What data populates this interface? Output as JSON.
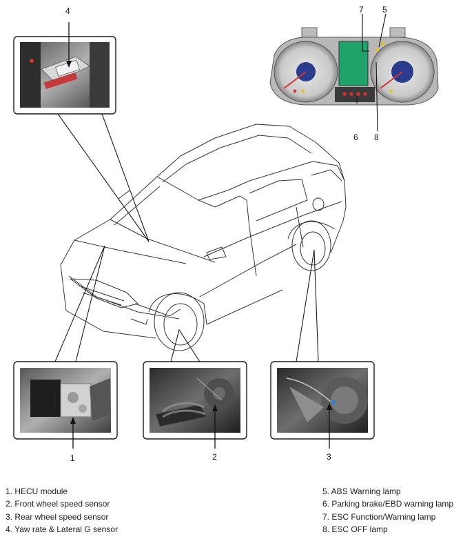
{
  "callouts": {
    "c1": "1",
    "c2": "2",
    "c3": "3",
    "c4": "4",
    "c5": "5",
    "c6": "6",
    "c7": "7",
    "c8": "8"
  },
  "legend": {
    "left": [
      {
        "label": "1. HECU module"
      },
      {
        "label": "2. Front wheel speed sensor"
      },
      {
        "label": "3. Rear wheel speed sensor"
      },
      {
        "label": "4. Yaw rate & Lateral G sensor"
      }
    ],
    "right": [
      {
        "label": "5. ABS Warning lamp"
      },
      {
        "label": "6. Parking brake/EBD warning lamp"
      },
      {
        "label": "7. ESC Function/Warning lamp"
      },
      {
        "label": "8. ESC OFF lamp"
      }
    ]
  },
  "colors": {
    "line": "#1a1a1a",
    "photo_dark": "#3a3a3a",
    "photo_mid": "#8a8a8a",
    "gauge_blue": "#2c3c8c",
    "display_green": "#1fa36a",
    "warning_red": "#d8322c",
    "warning_yellow": "#e5c21e"
  }
}
